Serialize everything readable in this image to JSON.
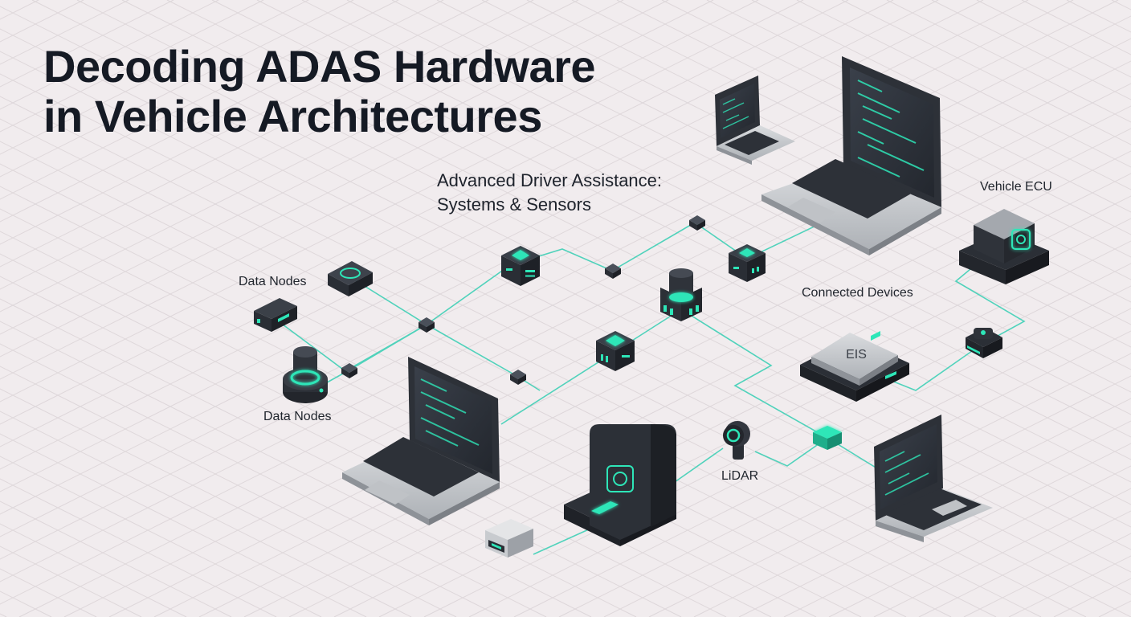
{
  "title": {
    "line1": "Decoding ADAS Hardware",
    "line2": "in Vehicle Architectures"
  },
  "subtitle": {
    "line1": "Advanced Driver Assistance:",
    "line2": "Systems & Sensors"
  },
  "labels": {
    "data_nodes_top": "Data Nodes",
    "data_nodes_bottom": "Data Nodes",
    "vehicle_ecu": "Vehicle ECU",
    "connected_devices": "Connected Devices",
    "lidar": "LiDAR"
  },
  "ecu_chip_text": "EIS",
  "colors": {
    "background": "#f1ecee",
    "accent": "#2ee6b8",
    "connector": "#3fd0b6",
    "device_dark": "#2b2f36",
    "device_silver": "#c3c6ca"
  },
  "icons": [
    "laptop-icon",
    "server-box-icon",
    "sensor-cube-icon",
    "junction-node-icon",
    "ecu-module-icon",
    "lidar-sensor-icon",
    "usb-module-icon",
    "camera-sensor-icon"
  ]
}
